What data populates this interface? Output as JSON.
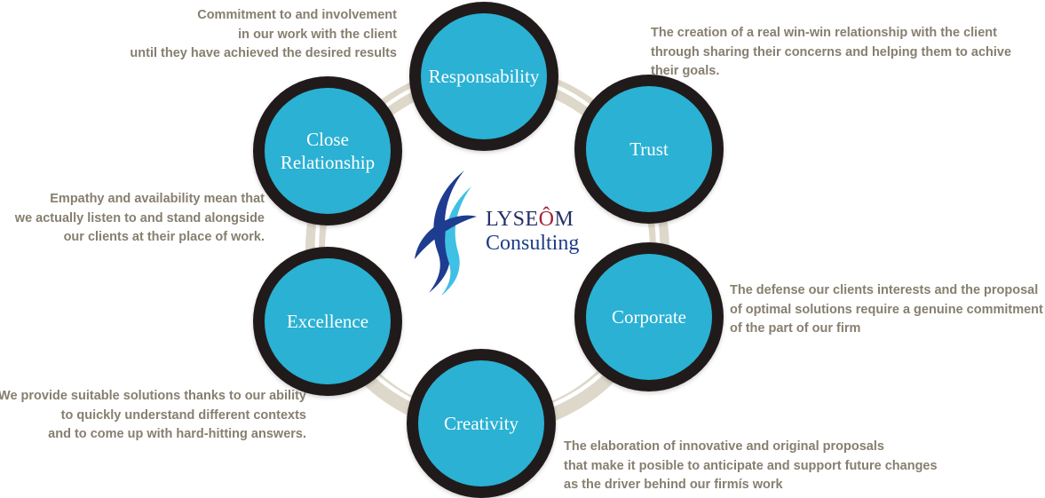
{
  "logo": {
    "text_main": "LYSE",
    "text_accent": "Ô",
    "text_end": "M",
    "subtitle": "Consulting"
  },
  "values": [
    {
      "id": "responsability",
      "label": "Responsability"
    },
    {
      "id": "trust",
      "label": "Trust"
    },
    {
      "id": "corporate",
      "label": "Corporate"
    },
    {
      "id": "creativity",
      "label": "Creativity"
    },
    {
      "id": "excellence",
      "label": "Excellence"
    },
    {
      "id": "close-relationship",
      "label": "Close Relationship"
    }
  ],
  "annotations": {
    "responsability": "Commitment to and involvement\nin our work with the client\nuntil they have achieved the desired results",
    "trust": "The creation of a real win-win relationship with the client\nthrough sharing their concerns and helping them to achive\ntheir goals.",
    "close_relationship": "Empathy and availability mean that\nwe actually listen to and stand alongside\nour clients at their place of work.",
    "corporate": "The defense our clients interests and the proposal\nof optimal solutions require a genuine commitment\nof the part of our firm",
    "excellence": "We provide suitable solutions thanks to our ability\nto quickly understand different contexts\nand to come up with hard-hitting answers.",
    "creativity": "The elaboration of innovative and original proposals\nthat make it posible to anticipate and support future changes\nas the driver behind our firmís work"
  },
  "colors": {
    "circle_fill": "#2ab1d4",
    "circle_ring": "#201b1a",
    "band": "#ded8ca",
    "band_highlight": "#ffffff",
    "annotation_text": "#867f6f",
    "logo_navy": "#232f66",
    "logo_blue": "#1c3e85",
    "logo_red": "#a32035",
    "logo_cyan": "#3fc0e4"
  }
}
